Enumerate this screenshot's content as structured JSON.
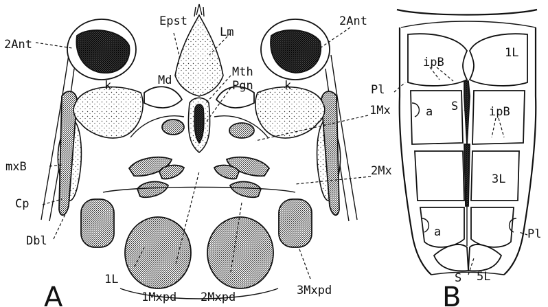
{
  "panel_a": {
    "panel_label": "A",
    "labels": {
      "epst": "Epst",
      "lm": "Lm",
      "ant_left": "2Ant",
      "ant_right": "2Ant",
      "mth": "Mth",
      "pgn": "Pgn",
      "md": "Md",
      "k_left": "k",
      "k_right": "k",
      "mx1": "1Mx",
      "mx2": "2Mx",
      "mxb": "mxB",
      "cp": "Cp",
      "dbl": "Dbl",
      "l1": "1L",
      "mxpd1": "1Mxpd",
      "mxpd2": "2Mxpd",
      "mxpd3": "3Mxpd"
    }
  },
  "panel_b": {
    "panel_label": "B",
    "labels": {
      "l1": "1L",
      "ipb_top": "ipB",
      "pl_left": "Pl",
      "a_top": "a",
      "s_top": "S",
      "ipb_mid": "ipB",
      "l3": "3L",
      "a_bottom": "a",
      "pl_right": "Pl",
      "s_bottom": "S",
      "l5": "5L"
    }
  }
}
